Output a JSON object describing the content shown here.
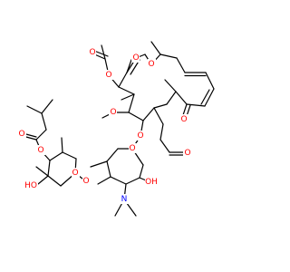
{
  "molecule": {
    "atom_labels": [
      {
        "id": "o-ring-ester",
        "text": "O",
        "color": "#ff0000"
      },
      {
        "id": "o-ring-carbonyl",
        "text": "O",
        "color": "#ff0000"
      },
      {
        "id": "o-acetyl-ester",
        "text": "O",
        "color": "#ff0000"
      },
      {
        "id": "o-acetyl-carbonyl",
        "text": "O",
        "color": "#ff0000"
      },
      {
        "id": "o-ketone",
        "text": "O",
        "color": "#ff0000"
      },
      {
        "id": "o-methoxy",
        "text": "O",
        "color": "#ff0000"
      },
      {
        "id": "o-glycoside",
        "text": "O",
        "color": "#ff0000"
      },
      {
        "id": "o-aldehyde",
        "text": "O",
        "color": "#ff0000"
      },
      {
        "id": "o-isovalerate-carbonyl",
        "text": "O",
        "color": "#ff0000"
      },
      {
        "id": "o-isovalerate-ester",
        "text": "O",
        "color": "#ff0000"
      },
      {
        "id": "o-mycarose-ring",
        "text": "O",
        "color": "#ff0000"
      },
      {
        "id": "o-mycaminose-ring",
        "text": "O",
        "color": "#ff0000"
      },
      {
        "id": "o-interglycoside",
        "text": "O",
        "color": "#ff0000"
      },
      {
        "id": "o-hydroxy-mycarose",
        "text": "HO",
        "color": "#ff0000"
      },
      {
        "id": "o-hydroxy-mycaminose",
        "text": "OH",
        "color": "#ff0000"
      },
      {
        "id": "n-dimethylamino",
        "text": "N",
        "color": "#0000ff"
      }
    ]
  }
}
